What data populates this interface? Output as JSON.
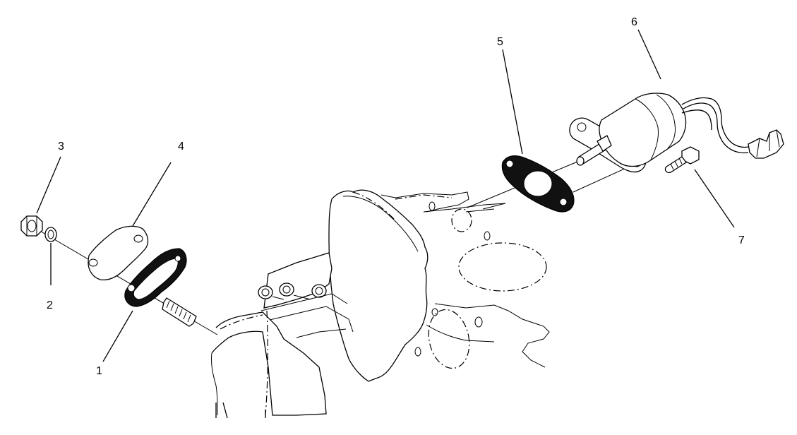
{
  "diagram": {
    "callouts": [
      {
        "id": "callout-1",
        "text": "1"
      },
      {
        "id": "callout-2",
        "text": "2"
      },
      {
        "id": "callout-3",
        "text": "3"
      },
      {
        "id": "callout-4",
        "text": "4"
      },
      {
        "id": "callout-5",
        "text": "5"
      },
      {
        "id": "callout-6",
        "text": "6"
      },
      {
        "id": "callout-7",
        "text": "7"
      }
    ]
  }
}
